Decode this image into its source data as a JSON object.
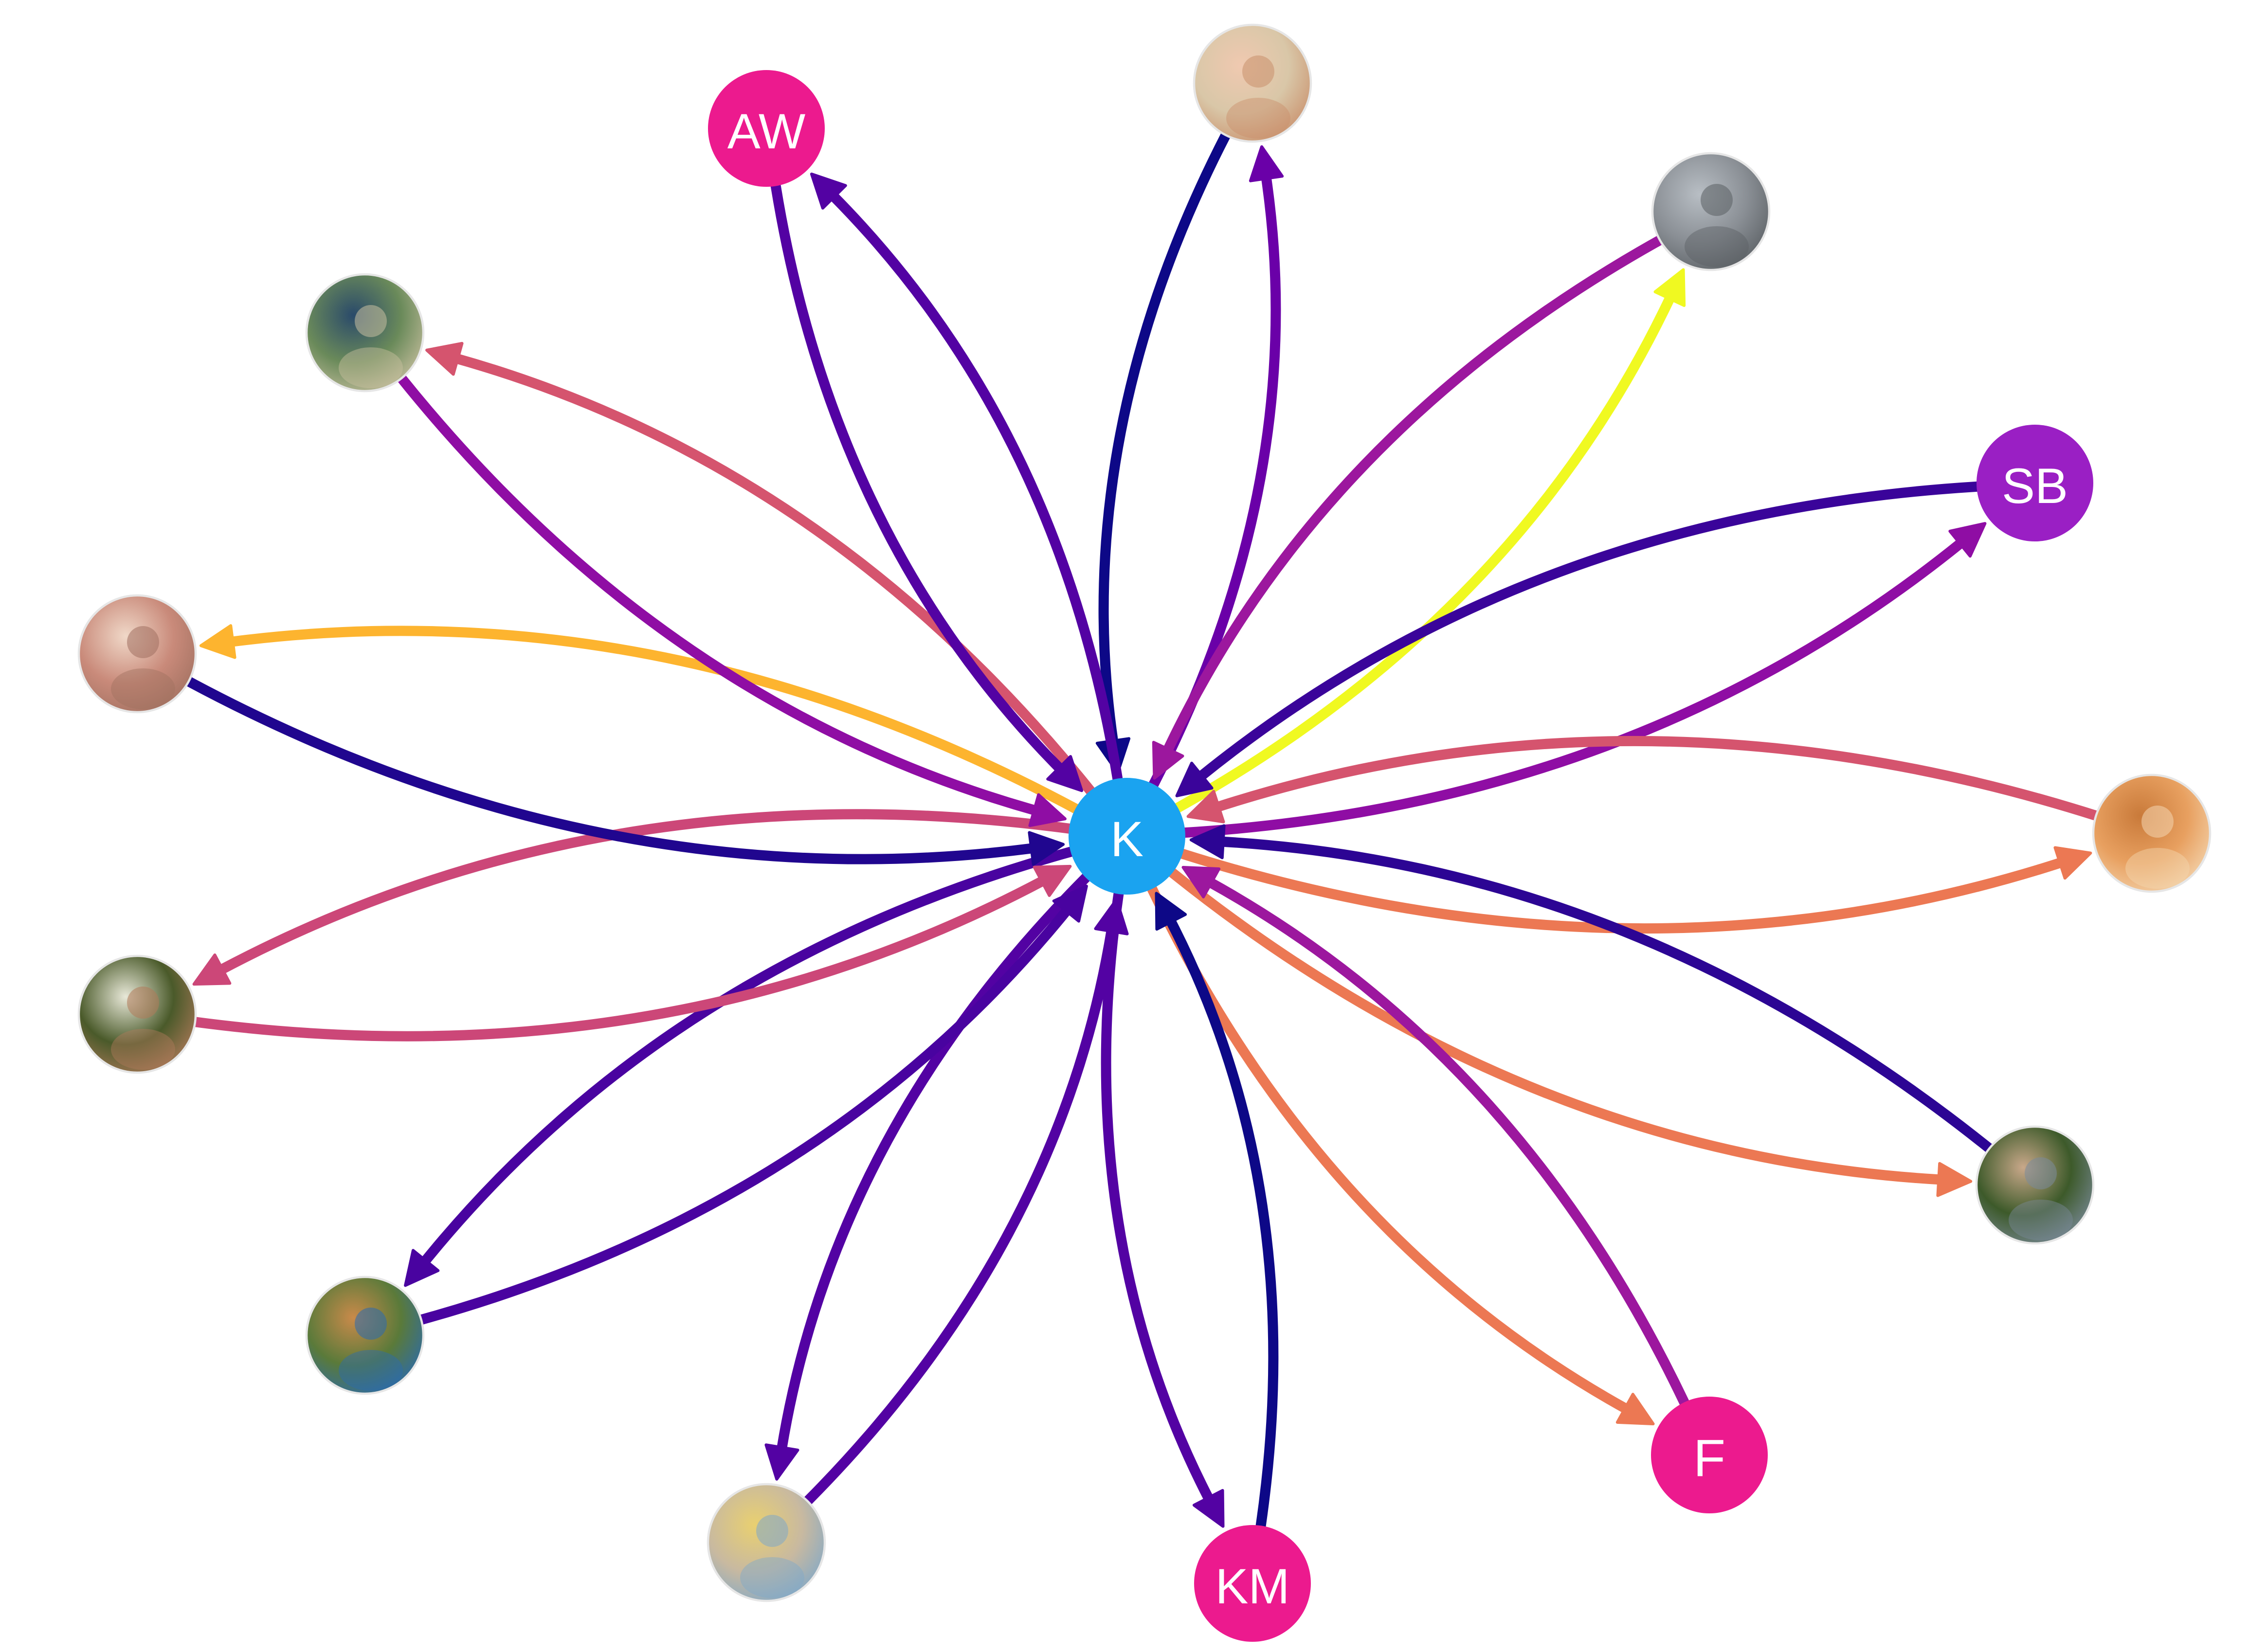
{
  "center": {
    "label": "K",
    "color": "#1aa3f0"
  },
  "nodes": [
    {
      "id": "top-photo",
      "type": "photo",
      "label": "",
      "tones": [
        "#d9c7a8",
        "#f0c9b0",
        "#c98f6b"
      ]
    },
    {
      "id": "top-right-photo",
      "type": "photo",
      "label": "",
      "tones": [
        "#8a8f95",
        "#b8bec4",
        "#5a5f63"
      ]
    },
    {
      "id": "sb",
      "type": "initials",
      "label": "SB",
      "color": "#9a1fc4"
    },
    {
      "id": "right-photo",
      "type": "photo",
      "label": "",
      "tones": [
        "#e8a060",
        "#c97a3a",
        "#f4d6b0"
      ]
    },
    {
      "id": "bottom-right-photo",
      "type": "photo",
      "label": "",
      "tones": [
        "#3d5a2a",
        "#c9a88a",
        "#7a8a9a"
      ]
    },
    {
      "id": "f",
      "type": "initials",
      "label": "F",
      "color": "#ec1a8e"
    },
    {
      "id": "km",
      "type": "initials",
      "label": "KM",
      "color": "#ec1a8e"
    },
    {
      "id": "bottom-photo",
      "type": "photo",
      "label": "",
      "tones": [
        "#c8b9a0",
        "#e9d070",
        "#7fa8c9"
      ]
    },
    {
      "id": "bottom-left-photo",
      "type": "photo",
      "label": "",
      "tones": [
        "#5a7a3a",
        "#c98a4a",
        "#2a6ab0"
      ]
    },
    {
      "id": "left-photo",
      "type": "photo",
      "label": "",
      "tones": [
        "#4a5a2a",
        "#e8e8d8",
        "#b07a5a"
      ]
    },
    {
      "id": "upper-left-photo",
      "type": "photo",
      "label": "",
      "tones": [
        "#c98a7a",
        "#f0d8c8",
        "#a07060"
      ]
    },
    {
      "id": "top-left-photo",
      "type": "photo",
      "label": "",
      "tones": [
        "#6a8a5a",
        "#2a4a6a",
        "#c9c0a0"
      ]
    },
    {
      "id": "aw",
      "type": "initials",
      "label": "AW",
      "color": "#ec1a8e"
    }
  ],
  "edges": [
    {
      "from": "top-photo",
      "to": "center",
      "color": "#0d0887"
    },
    {
      "from": "center",
      "to": "top-photo",
      "color": "#6a00a8"
    },
    {
      "from": "top-right-photo",
      "to": "center",
      "color": "#9c179e"
    },
    {
      "from": "center",
      "to": "top-right-photo",
      "color": "#f0f921"
    },
    {
      "from": "sb",
      "to": "center",
      "color": "#3a049a"
    },
    {
      "from": "center",
      "to": "sb",
      "color": "#8f0da4"
    },
    {
      "from": "right-photo",
      "to": "center",
      "color": "#d5546e"
    },
    {
      "from": "center",
      "to": "right-photo",
      "color": "#ec7853"
    },
    {
      "from": "bottom-right-photo",
      "to": "center",
      "color": "#2c0594"
    },
    {
      "from": "center",
      "to": "bottom-right-photo",
      "color": "#ec7853"
    },
    {
      "from": "f",
      "to": "center",
      "color": "#9c179e"
    },
    {
      "from": "center",
      "to": "f",
      "color": "#ec7853"
    },
    {
      "from": "km",
      "to": "center",
      "color": "#0d0887"
    },
    {
      "from": "center",
      "to": "km",
      "color": "#5302a3"
    },
    {
      "from": "bottom-photo",
      "to": "center",
      "color": "#5302a3"
    },
    {
      "from": "center",
      "to": "bottom-photo",
      "color": "#5302a3"
    },
    {
      "from": "bottom-left-photo",
      "to": "center",
      "color": "#4903a0"
    },
    {
      "from": "center",
      "to": "bottom-left-photo",
      "color": "#4903a0"
    },
    {
      "from": "left-photo",
      "to": "center",
      "color": "#cc4778"
    },
    {
      "from": "center",
      "to": "left-photo",
      "color": "#cc4778"
    },
    {
      "from": "upper-left-photo",
      "to": "center",
      "color": "#20068f"
    },
    {
      "from": "center",
      "to": "upper-left-photo",
      "color": "#fdb42f"
    },
    {
      "from": "top-left-photo",
      "to": "center",
      "color": "#8f0da4"
    },
    {
      "from": "center",
      "to": "top-left-photo",
      "color": "#d5546e"
    },
    {
      "from": "aw",
      "to": "center",
      "color": "#5302a3"
    },
    {
      "from": "center",
      "to": "aw",
      "color": "#5302a3"
    }
  ]
}
